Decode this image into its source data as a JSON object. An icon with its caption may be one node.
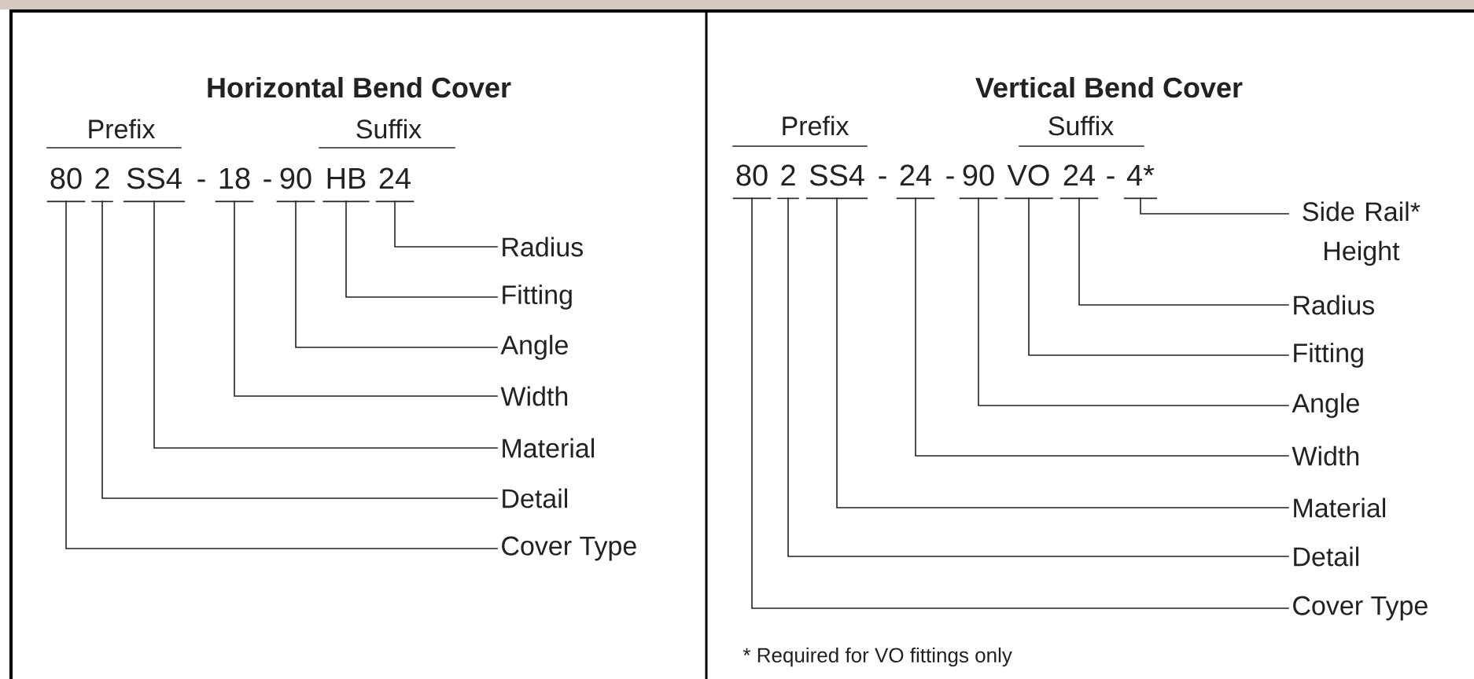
{
  "diagram": {
    "nodes": [
      {
        "text": [
          "80"
        ]
      },
      {
        "text": [
          "2"
        ]
      },
      {
        "text": [
          "SS4"
        ]
      },
      {
        "text": [
          "18"
        ]
      },
      {
        "text": [
          "90"
        ]
      },
      {
        "text": [
          "HB"
        ]
      },
      {
        "text": [
          "24"
        ]
      },
      {
        "text": [
          "Radius"
        ]
      },
      {
        "text": [
          "Fitting"
        ]
      },
      {
        "text": [
          "Angle"
        ]
      },
      {
        "text": [
          "Width"
        ]
      },
      {
        "text": [
          "Material"
        ]
      },
      {
        "text": [
          "Detail"
        ]
      },
      {
        "text": [
          "Cover Type"
        ]
      },
      {
        "text": [
          "80"
        ]
      },
      {
        "text": [
          "2"
        ]
      },
      {
        "text": [
          "SS4"
        ]
      },
      {
        "text": [
          "24"
        ]
      },
      {
        "text": [
          "90"
        ]
      },
      {
        "text": [
          "VO"
        ]
      },
      {
        "text": [
          "24"
        ]
      },
      {
        "text": [
          "4*"
        ]
      },
      {
        "text": [
          "Side Rail* Height"
        ]
      },
      {
        "text": [
          "Radius"
        ]
      },
      {
        "text": [
          "Fitting"
        ]
      },
      {
        "text": [
          "Angle"
        ]
      },
      {
        "text": [
          "Width"
        ]
      },
      {
        "text": [
          "Material"
        ]
      },
      {
        "text": [
          "Detail"
        ]
      },
      {
        "text": [
          "Cover Type"
        ]
      }
    ],
    "edges": [
      {
        "from": 6,
        "to": 7,
        "arrow": "none"
      },
      {
        "from": 5,
        "to": 8,
        "arrow": "none"
      },
      {
        "from": 4,
        "to": 9,
        "arrow": "none"
      },
      {
        "from": 3,
        "to": 10,
        "arrow": "none"
      },
      {
        "from": 2,
        "to": 11,
        "arrow": "none"
      },
      {
        "from": 1,
        "to": 12,
        "arrow": "none"
      },
      {
        "from": 0,
        "to": 13,
        "arrow": "none"
      },
      {
        "from": 21,
        "to": 22,
        "arrow": "none"
      },
      {
        "from": 20,
        "to": 23,
        "arrow": "none"
      },
      {
        "from": 19,
        "to": 24,
        "arrow": "none"
      },
      {
        "from": 18,
        "to": 25,
        "arrow": "none"
      },
      {
        "from": 17,
        "to": 26,
        "arrow": "none"
      },
      {
        "from": 16,
        "to": 27,
        "arrow": "none"
      },
      {
        "from": 15,
        "to": 28,
        "arrow": "none"
      },
      {
        "from": 14,
        "to": 29,
        "arrow": "none"
      }
    ],
    "labels": [
      "Horizontal Bend Cover",
      "Prefix",
      "Suffix",
      "-",
      "-",
      "Vertical Bend Cover",
      "Prefix",
      "Suffix",
      "-",
      "-",
      "-",
      "* Required for VO fittings only"
    ]
  }
}
